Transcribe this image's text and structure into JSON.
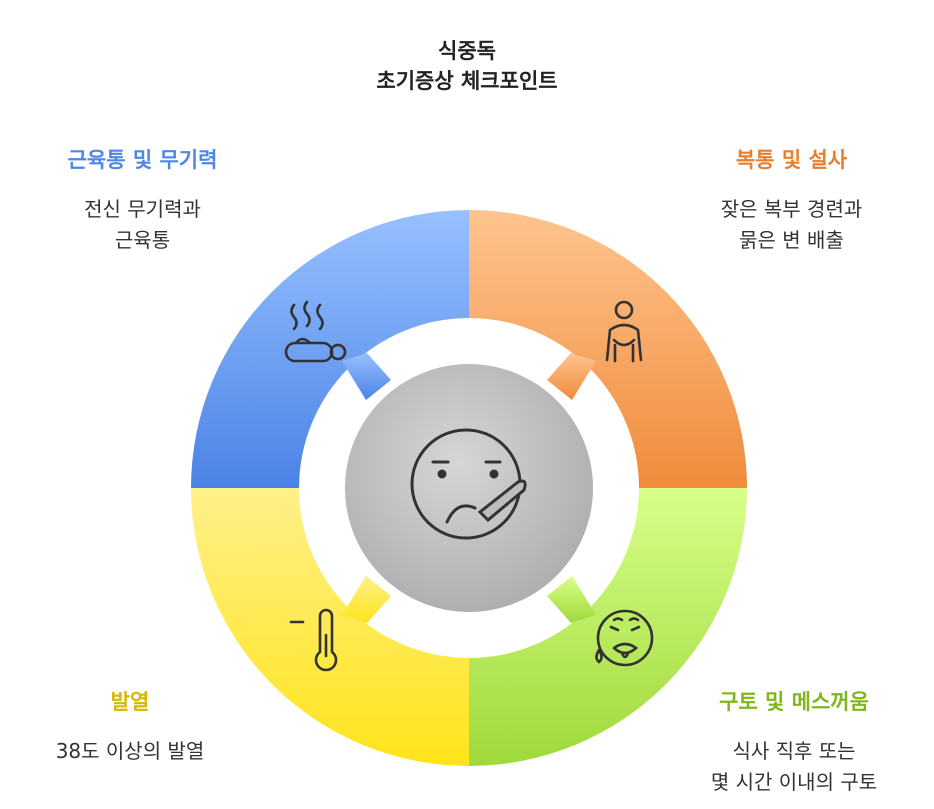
{
  "title": {
    "line1": "식중독",
    "line2": "초기증상 체크포인트"
  },
  "colors": {
    "muscle": "#4e87e8",
    "stomach": "#e97e2b",
    "fever": "#d6b800",
    "vomit": "#7fb71b",
    "center": "#bdbdbd"
  },
  "sections": {
    "muscle": {
      "heading": "근육통 및 무기력",
      "desc": [
        "전신 무기력과",
        "근육통"
      ],
      "icon": "fatigue-icon"
    },
    "stomach": {
      "heading": "복통 및 설사",
      "desc": [
        "잦은 복부 경련과",
        "묽은 변 배출"
      ],
      "icon": "stomach-cramp-icon"
    },
    "fever": {
      "heading": "발열",
      "desc": [
        "38도 이상의 발열"
      ],
      "icon": "thermometer-icon"
    },
    "vomit": {
      "heading": "구토 및 메스꺼움",
      "desc": [
        "식사 직후 또는",
        "몇 시간 이내의 구토"
      ],
      "icon": "nausea-face-icon"
    }
  },
  "center_icon": "sick-face-with-thermometer-icon"
}
